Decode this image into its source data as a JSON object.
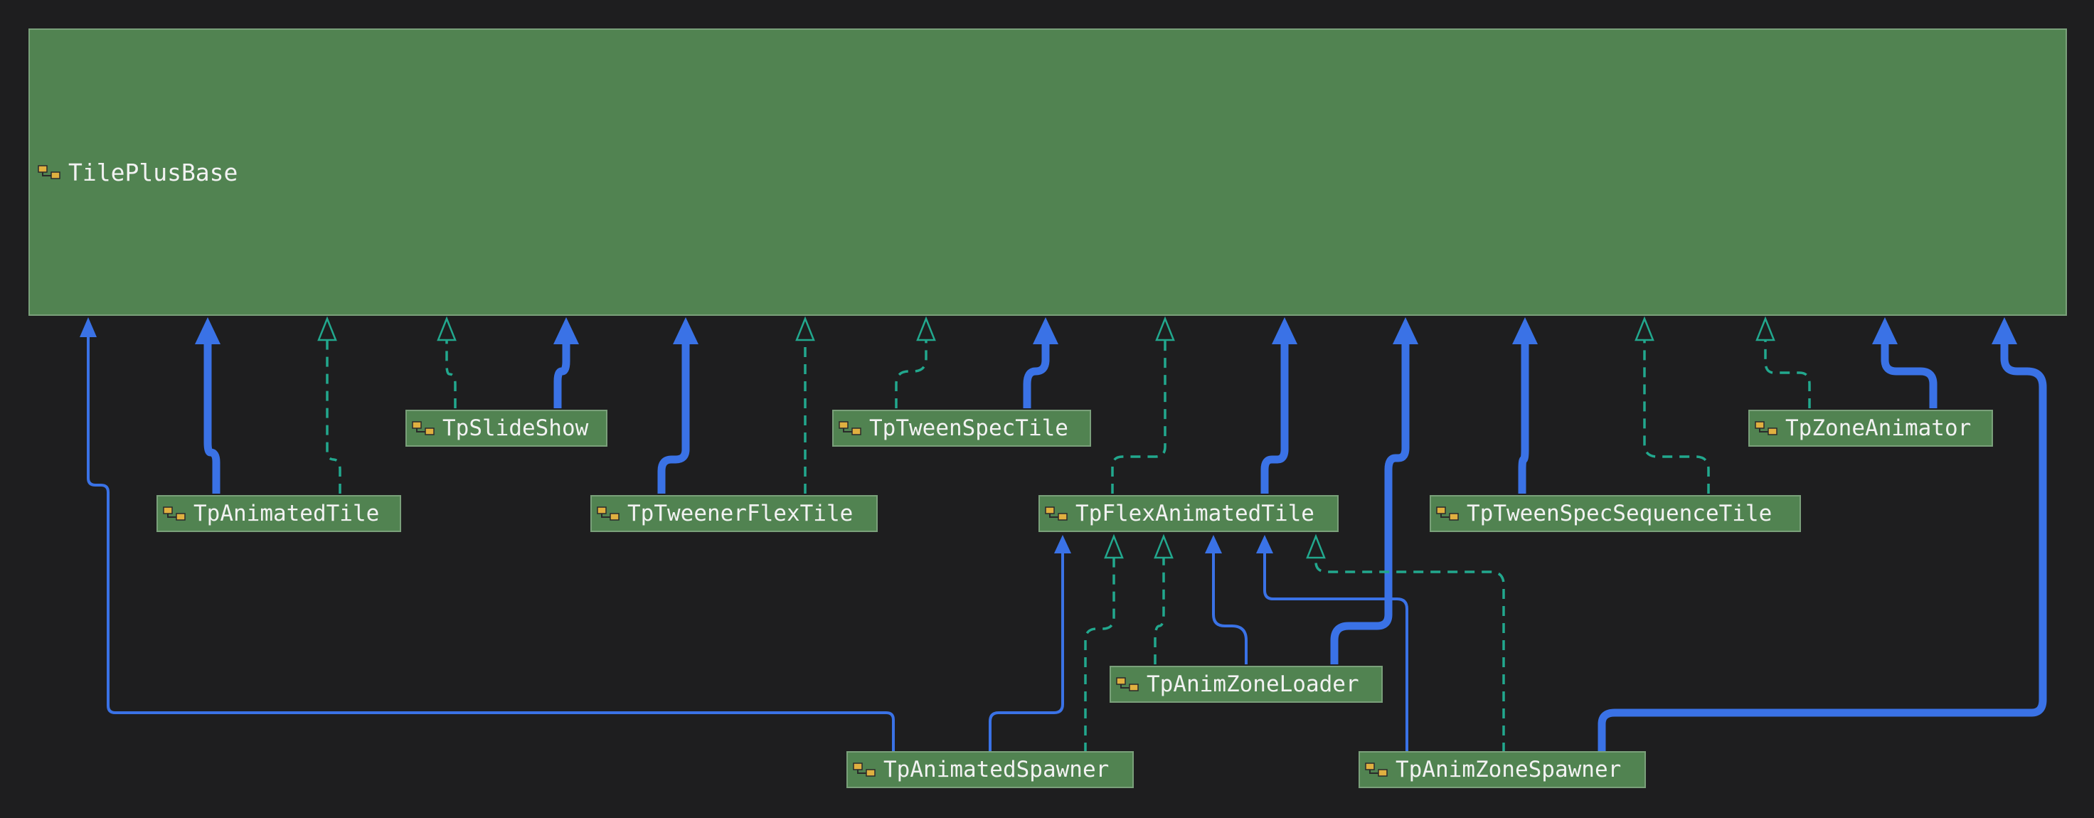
{
  "diagram": {
    "nodes": {
      "tileplusbase": "TilePlusBase",
      "tpslideshow": "TpSlideShow",
      "tptweenspectile": "TpTweenSpecTile",
      "tpzoneanimator": "TpZoneAnimator",
      "tpanimatedtile": "TpAnimatedTile",
      "tptweenerflextile": "TpTweenerFlexTile",
      "tpflexanimatedtile": "TpFlexAnimatedTile",
      "tptweenspecsequencetile": "TpTweenSpecSequenceTile",
      "tpanimzoneloader": "TpAnimZoneLoader",
      "tpanimatedspawner": "TpAnimatedSpawner",
      "tpanimzonespawner": "TpAnimZoneSpawner"
    },
    "node_icon": "class-icon",
    "colors": {
      "background": "#1e1e1f",
      "node_fill": "#518351",
      "node_border": "#7aa07a",
      "inheritance_edge": "#3a72e6",
      "interface_edge": "#22a88e"
    }
  }
}
